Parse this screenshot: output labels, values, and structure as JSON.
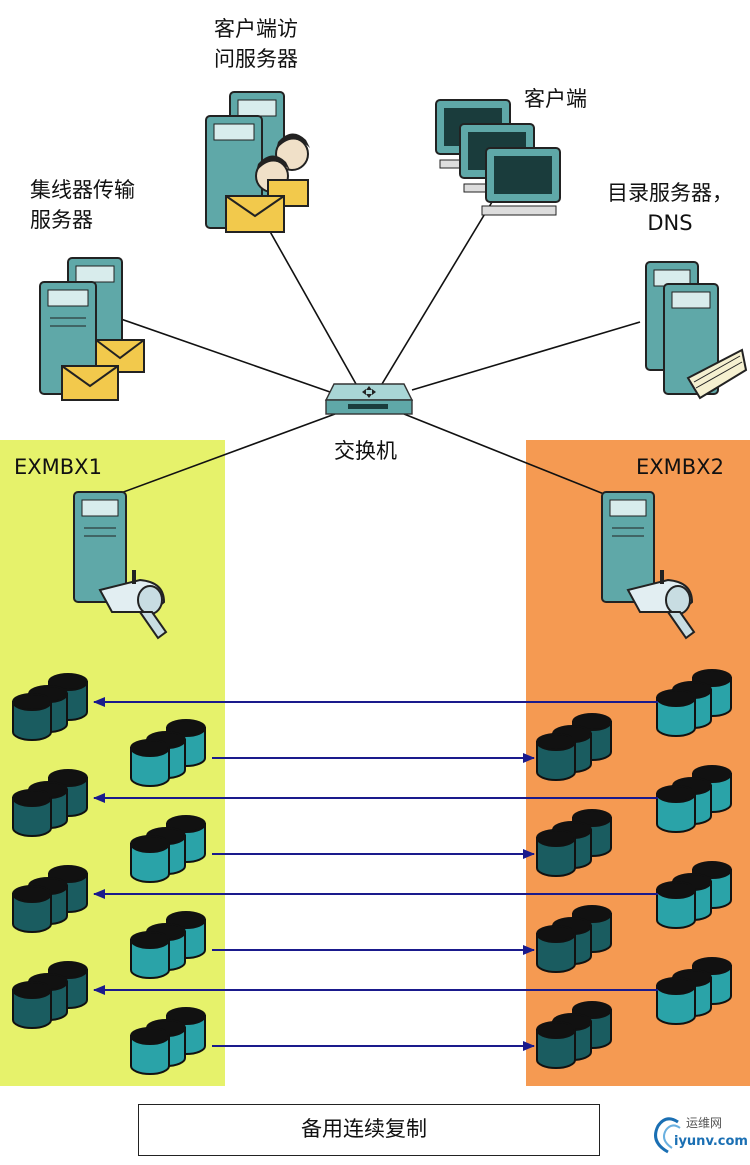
{
  "nodes": {
    "hub_transport": "集线器传输\n服务器",
    "cas": "客户端访\n问服务器",
    "clients": "客户端",
    "directory": "目录服务器，\nDNS",
    "switch": "交换机",
    "mbx1": "EXMBX1",
    "mbx2": "EXMBX2"
  },
  "legend": {
    "label": "备用连续复制"
  },
  "watermark": {
    "top": "运维网",
    "bottom": "iyunv.com"
  },
  "colors": {
    "site1": "#e6f26b",
    "site2": "#f59a52",
    "arrow": "#1a1a8c",
    "db_dark": "#1a5c60",
    "db_light": "#2aa3a8",
    "server": "#5fa8a8",
    "mail": "#f2c94c"
  }
}
